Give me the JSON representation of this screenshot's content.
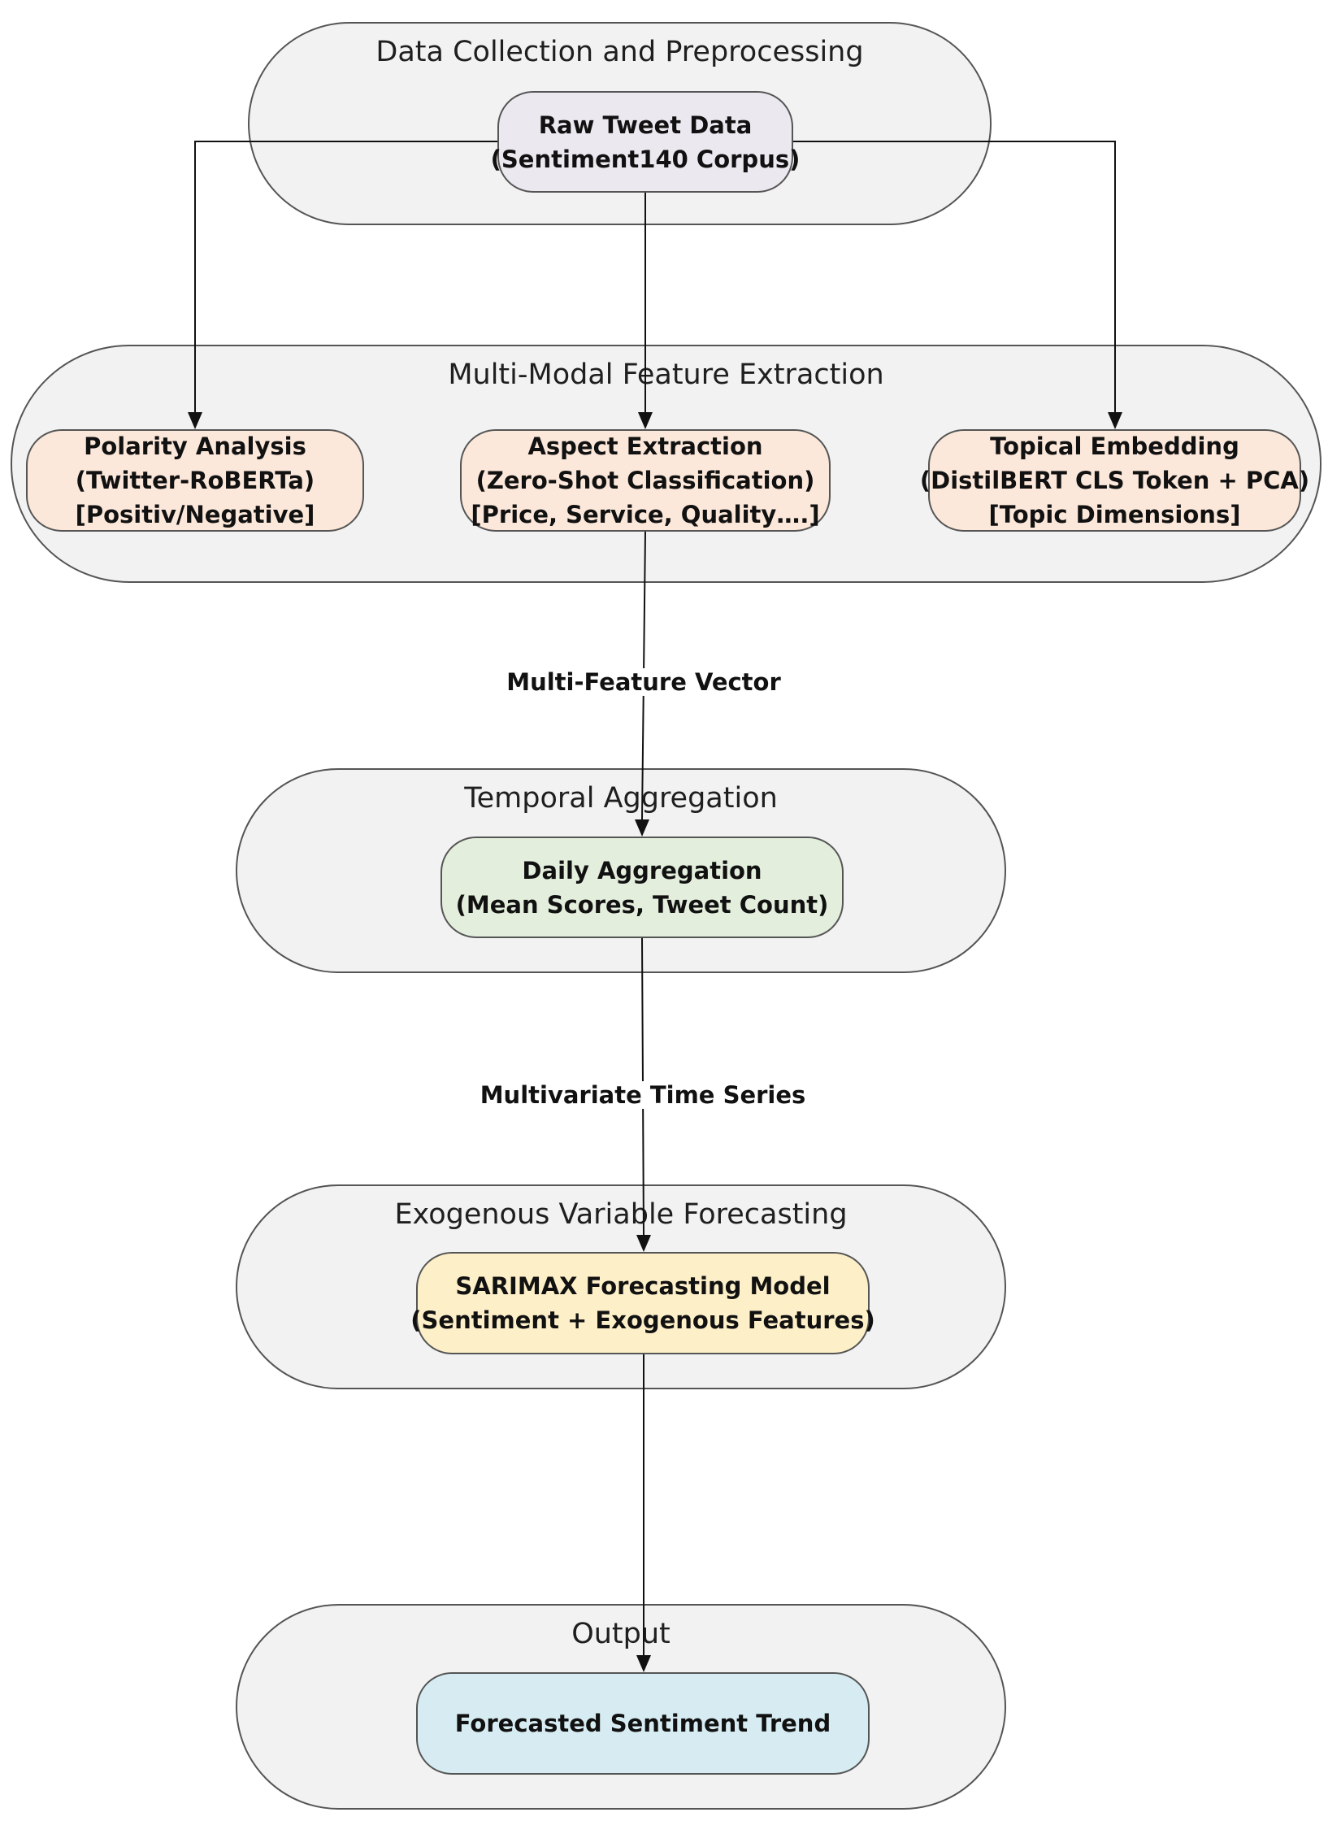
{
  "stages": {
    "data_collection": {
      "title": "Data Collection and Preprocessing"
    },
    "feature_extraction": {
      "title": "Multi-Modal Feature Extraction"
    },
    "temporal_aggregation": {
      "title": "Temporal Aggregation"
    },
    "forecasting": {
      "title": "Exogenous Variable Forecasting"
    },
    "output": {
      "title": "Output"
    }
  },
  "nodes": {
    "raw_tweet": {
      "line1": "Raw Tweet Data",
      "line2": "(Sentiment140 Corpus)",
      "color": "#ebe8f0"
    },
    "polarity": {
      "line1": "Polarity Analysis",
      "line2": "(Twitter-RoBERTa)",
      "line3": "[Positiv/Negative]",
      "color": "#fce8da"
    },
    "aspect": {
      "line1": "Aspect Extraction",
      "line2": "(Zero-Shot Classification)",
      "line3": "[Price, Service, Quality….]",
      "color": "#fce8da"
    },
    "topical": {
      "line1": "Topical Embedding",
      "line2": "(DistilBERT CLS Token + PCA)",
      "line3": "[Topic Dimensions]",
      "color": "#fce8da"
    },
    "daily_aggregation": {
      "line1": "Daily Aggregation",
      "line2": "(Mean Scores, Tweet Count)",
      "color": "#e3efdc"
    },
    "sarimax": {
      "line1": "SARIMAX Forecasting Model",
      "line2": "(Sentiment + Exogenous Features)",
      "color": "#fdefc8"
    },
    "forecast_trend": {
      "line1": "Forecasted Sentiment Trend",
      "color": "#d6ecf2"
    }
  },
  "edge_labels": {
    "multi_feature_vector": "Multi-Feature Vector",
    "multivariate_time_series": "Multivariate Time Series"
  },
  "colors": {
    "stage_fill": "#f2f2f2",
    "stage_border": "#555555",
    "connector": "#111111"
  }
}
